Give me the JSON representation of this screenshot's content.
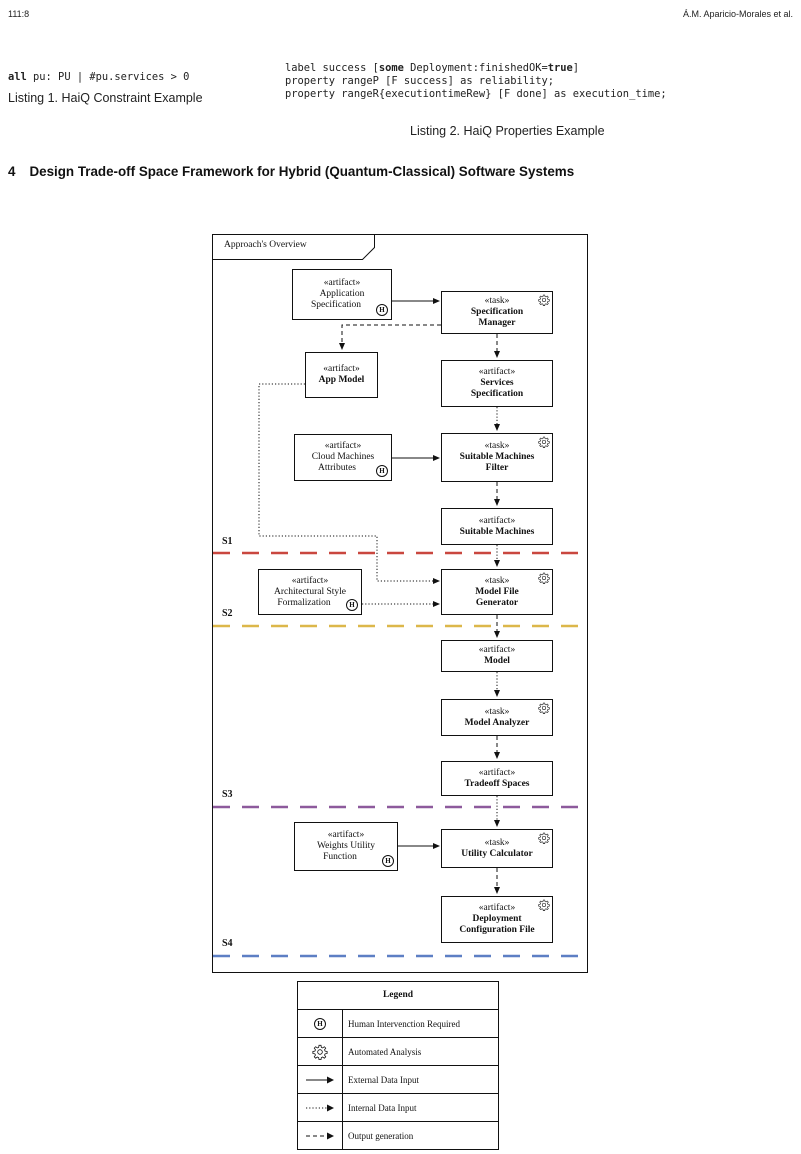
{
  "header": {
    "page_id": "111:8",
    "authors": "Á.M. Aparicio-Morales et al."
  },
  "listing1": {
    "code_kw": "all",
    "code_rest": " pu: PU | #pu.services > 0",
    "caption": "Listing 1. HaiQ Constraint Example"
  },
  "listing2": {
    "line1_a": "label success [",
    "line1_kw": "some",
    "line1_b": " Deployment:finishedOK=",
    "line1_kw2": "true",
    "line1_c": "]",
    "line2": "property rangeP [F success] as reliability;",
    "line3": "property rangeR{executiontimeRew} [F done] as execution_time;",
    "caption": "Listing 2. HaiQ Properties Example"
  },
  "section": {
    "number": "4",
    "title": "Design Trade-off Space Framework for Hybrid (Quantum-Classical) Software Systems"
  },
  "diagram": {
    "frame_title": "Approach's Overview",
    "stereo_artifact": "«artifact»",
    "stereo_task": "«task»",
    "boxes": {
      "app_spec": [
        "Application",
        "Specification"
      ],
      "spec_manager": [
        "Specification",
        "Manager"
      ],
      "app_model": "App Model",
      "services_spec": [
        "Services",
        "Specification"
      ],
      "cloud_attrs": [
        "Cloud Machines",
        "Attributes"
      ],
      "smf": [
        "Suitable Machines",
        "Filter"
      ],
      "suitable_machines": "Suitable Machines",
      "arch_style": [
        "Architectural Style",
        "Formalization"
      ],
      "mfg": [
        "Model File",
        "Generator"
      ],
      "model": "Model",
      "model_analyzer": "Model Analyzer",
      "tradeoff": "Tradeoff Spaces",
      "weights": [
        "Weights Utility",
        "Function"
      ],
      "utility_calc": "Utility Calculator",
      "deployment": [
        "Deployment",
        "Configuration File"
      ]
    },
    "h_badge": "H",
    "stages": [
      {
        "label": "S1",
        "color": "#c9473f"
      },
      {
        "label": "S2",
        "color": "#dcb74a"
      },
      {
        "label": "S3",
        "color": "#8d5a9c"
      },
      {
        "label": "S4",
        "color": "#5d7fc4"
      }
    ]
  },
  "legend": {
    "title": "Legend",
    "items": [
      {
        "icon": "h-badge-icon",
        "label": "Human Intervenction Required"
      },
      {
        "icon": "gear-icon",
        "label": "Automated Analysis"
      },
      {
        "icon": "solid-arrow-icon",
        "label": "External Data Input"
      },
      {
        "icon": "dotted-arrow-icon",
        "label": "Internal Data Input"
      },
      {
        "icon": "dashed-arrow-icon",
        "label": "Output generation"
      }
    ]
  }
}
